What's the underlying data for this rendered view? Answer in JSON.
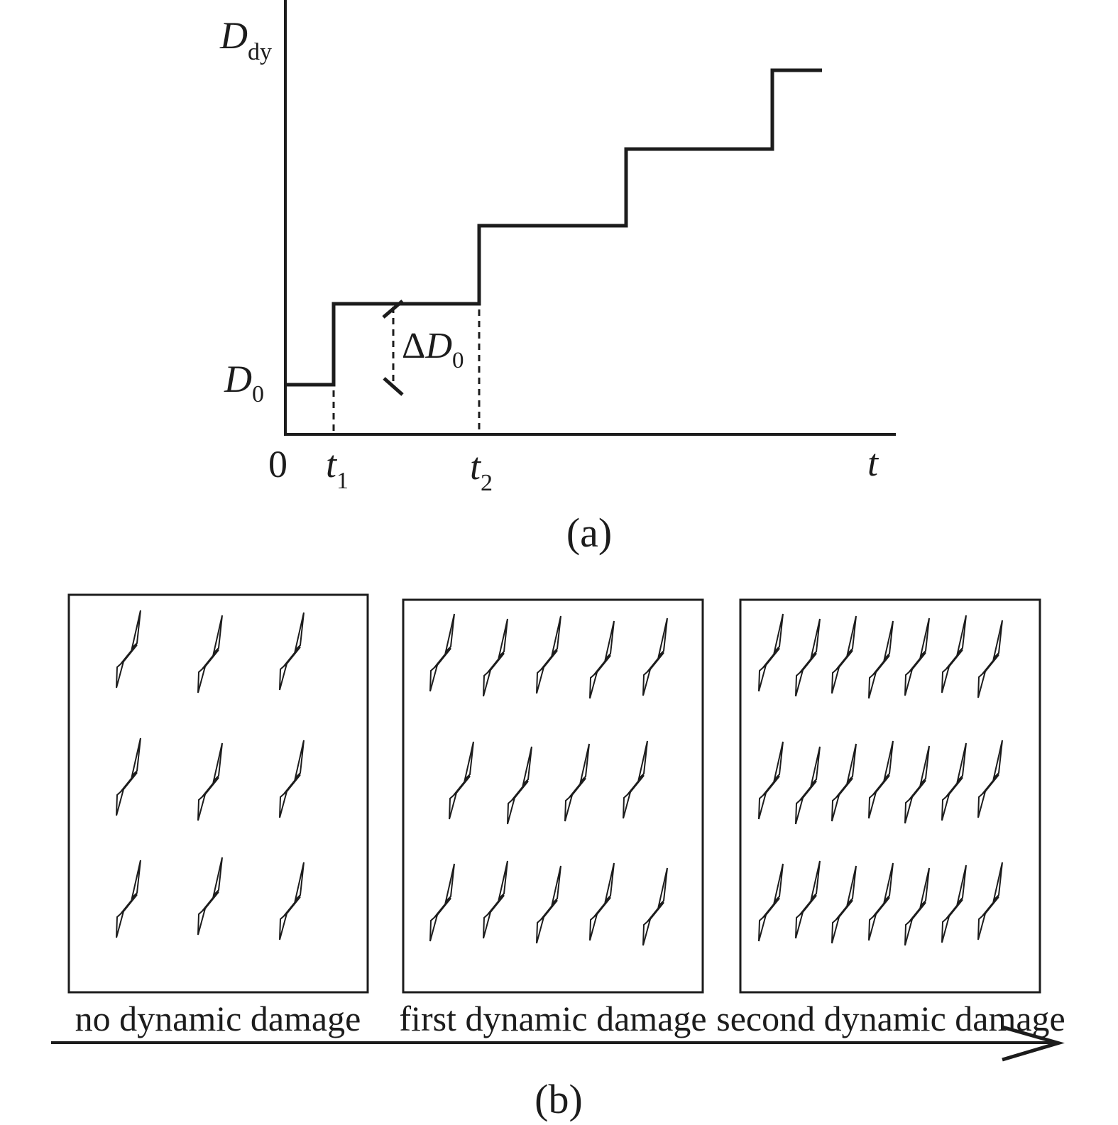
{
  "panel_a": {
    "caption": "(a)",
    "y_axis_label": {
      "main": "D",
      "sub": "dy"
    },
    "initial_level_label": {
      "main": "D",
      "sub": "0"
    },
    "step_increment_label": {
      "delta": "Δ",
      "main": "D",
      "sub": "0"
    },
    "origin_label": "0",
    "t1_label": {
      "main": "t",
      "sub": "1"
    },
    "t2_label": {
      "main": "t",
      "sub": "2"
    },
    "x_axis_label": "t"
  },
  "panel_b": {
    "caption": "(b)",
    "boxes": [
      {
        "label": "no dynamic damage",
        "rows": [
          3,
          3,
          3
        ]
      },
      {
        "label": "first dynamic damage",
        "rows": [
          5,
          4,
          5
        ]
      },
      {
        "label": "second dynamic damage",
        "rows": [
          7,
          7,
          7
        ]
      }
    ]
  },
  "chart_data": {
    "type": "line",
    "title": "",
    "xlabel": "t",
    "ylabel": "D_dy",
    "x_tick_labels": [
      "0",
      "t1",
      "t2"
    ],
    "grid": false,
    "legend": "none",
    "description": "Staircase growth of dynamic damage D over time t; damage jumps by ΔD0 at each dynamic event",
    "annotations": [
      "D0 = initial damage level",
      "ΔD0 = damage increment between t1 and t2"
    ],
    "steps_relative": [
      {
        "x_start": 0.0,
        "x_end": 0.08,
        "level": 0.12,
        "label": "D0"
      },
      {
        "x_start": 0.08,
        "x_end": 0.32,
        "level": 0.3,
        "label": "D0 + ΔD0"
      },
      {
        "x_start": 0.32,
        "x_end": 0.56,
        "level": 0.48,
        "label": ""
      },
      {
        "x_start": 0.56,
        "x_end": 0.8,
        "level": 0.66,
        "label": ""
      },
      {
        "x_start": 0.8,
        "x_end": 0.89,
        "level": 0.84,
        "label": ""
      }
    ]
  },
  "colors": {
    "ink": "#1c1c1c",
    "background": "#ffffff"
  }
}
